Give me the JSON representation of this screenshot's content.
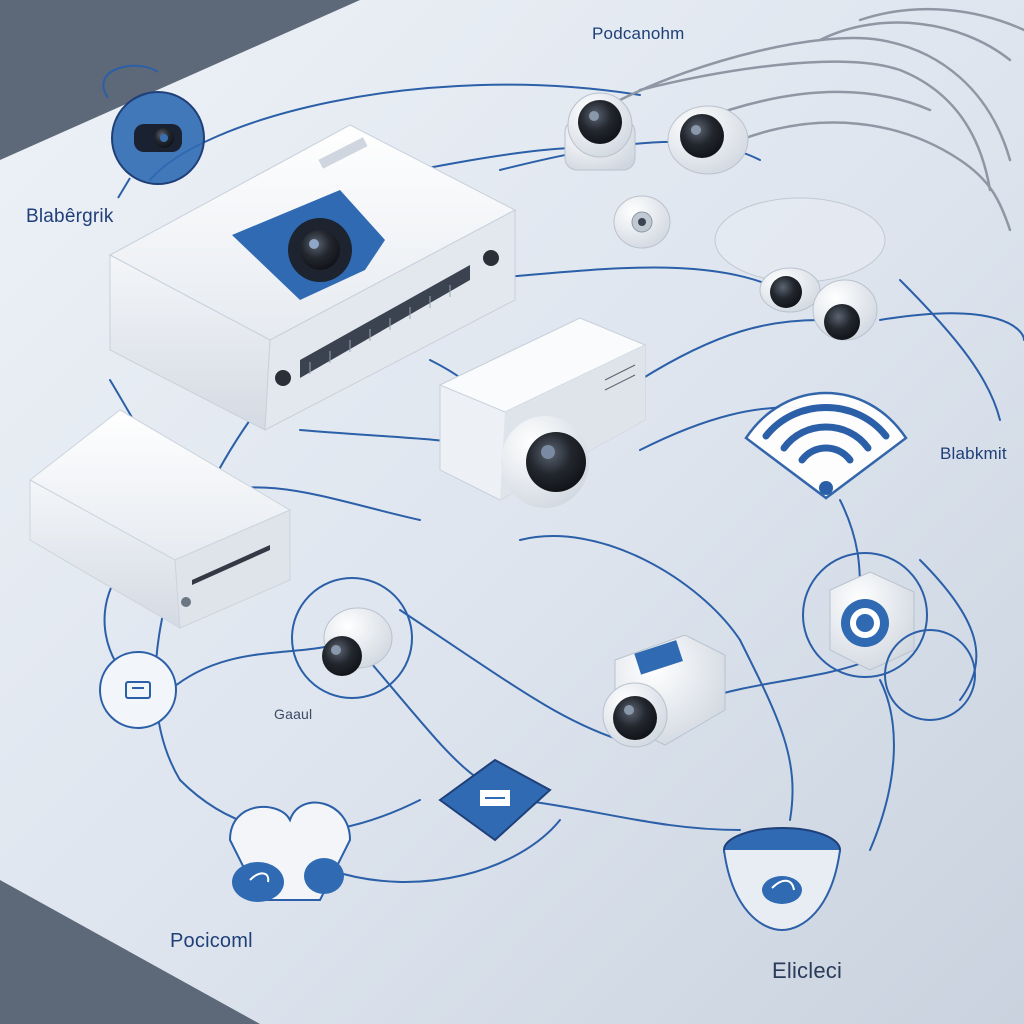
{
  "labels": {
    "top": "Podcanohm",
    "left": "Blabêrgrik",
    "right": "Blabkmit",
    "middle": "Gaaul",
    "bottom_left": "Pocicoml",
    "bottom_right": "Elicleci"
  },
  "icons": [
    "camera-icon",
    "wifi-icon",
    "router-icon",
    "cloud-icon",
    "storage-icon"
  ],
  "colors": {
    "line_blue": "#2b5fa8",
    "accent_blue": "#2f6ab3",
    "device_white": "#f3f5f8",
    "lens_dark": "#1c1f26",
    "table": "#dce3ec",
    "backdrop": "#5d6878"
  }
}
